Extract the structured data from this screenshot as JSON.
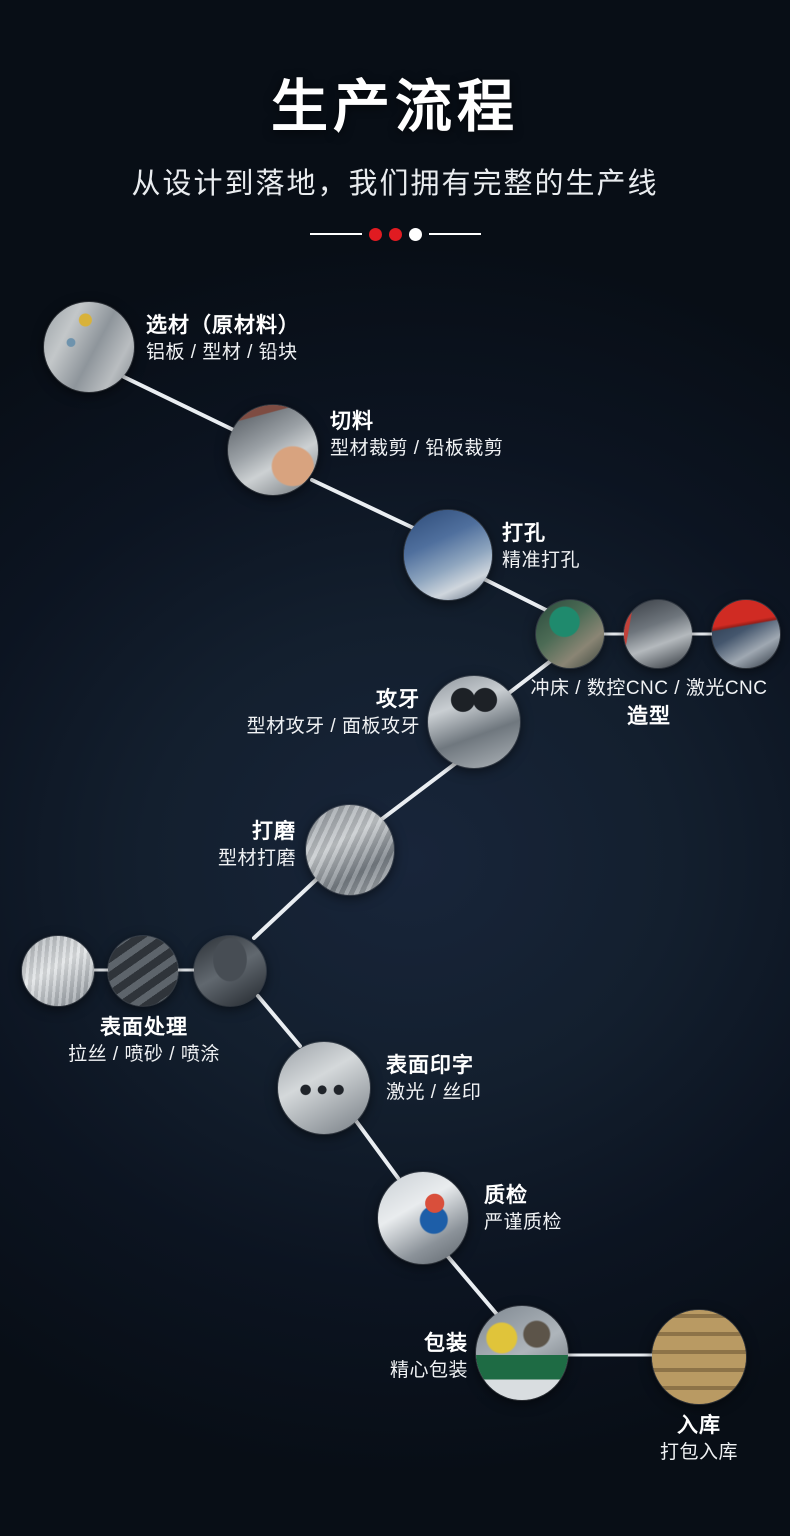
{
  "header": {
    "title": "生产流程",
    "subtitle": "从设计到落地，我们拥有完整的生产线",
    "divider": {
      "dot1": "red-dot",
      "dot2": "red-dot",
      "dot3": "white-dot"
    }
  },
  "colors": {
    "background": "#0b1420",
    "accent_red": "#e01b21",
    "text": "#ffffff",
    "connector": "#eaeef2"
  },
  "steps": [
    {
      "id": "material",
      "title": "选材（原材料）",
      "desc": "铝板 / 型材 / 铅块",
      "image": "raw-materials-photo"
    },
    {
      "id": "cutting",
      "title": "切料",
      "desc": "型材裁剪 / 铅板裁剪",
      "image": "material-cutting-photo"
    },
    {
      "id": "drilling",
      "title": "打孔",
      "desc": "精准打孔",
      "image": "punching-machine-photo"
    },
    {
      "id": "forming",
      "title": "造型",
      "desc": "冲床 / 数控CNC / 激光CNC",
      "image": "forming-machines-photo"
    },
    {
      "id": "tapping",
      "title": "攻牙",
      "desc": "型材攻牙 / 面板攻牙",
      "image": "tapping-machine-photo"
    },
    {
      "id": "grinding",
      "title": "打磨",
      "desc": "型材打磨",
      "image": "grinding-photo"
    },
    {
      "id": "surface",
      "title": "表面处理",
      "desc": "拉丝 / 喷砂 / 喷涂",
      "image": "surface-treatment-photos"
    },
    {
      "id": "printing",
      "title": "表面印字",
      "desc": "激光 / 丝印",
      "image": "surface-printing-photo"
    },
    {
      "id": "inspection",
      "title": "质检",
      "desc": "严谨质检",
      "image": "quality-inspection-photo"
    },
    {
      "id": "packaging",
      "title": "包装",
      "desc": "精心包装",
      "image": "packaging-photo"
    },
    {
      "id": "warehouse",
      "title": "入库",
      "desc": "打包入库",
      "image": "warehouse-photo"
    }
  ],
  "forming_machines": [
    {
      "name": "冲床",
      "image": "punch-press-photo"
    },
    {
      "name": "数控CNC",
      "image": "cnc-machine-photo"
    },
    {
      "name": "激光CNC",
      "image": "laser-cnc-photo"
    }
  ],
  "surface_methods": [
    {
      "name": "拉丝",
      "image": "brushed-finish-photo"
    },
    {
      "name": "喷砂",
      "image": "sandblasting-photo"
    },
    {
      "name": "喷涂",
      "image": "coating-photo"
    }
  ]
}
